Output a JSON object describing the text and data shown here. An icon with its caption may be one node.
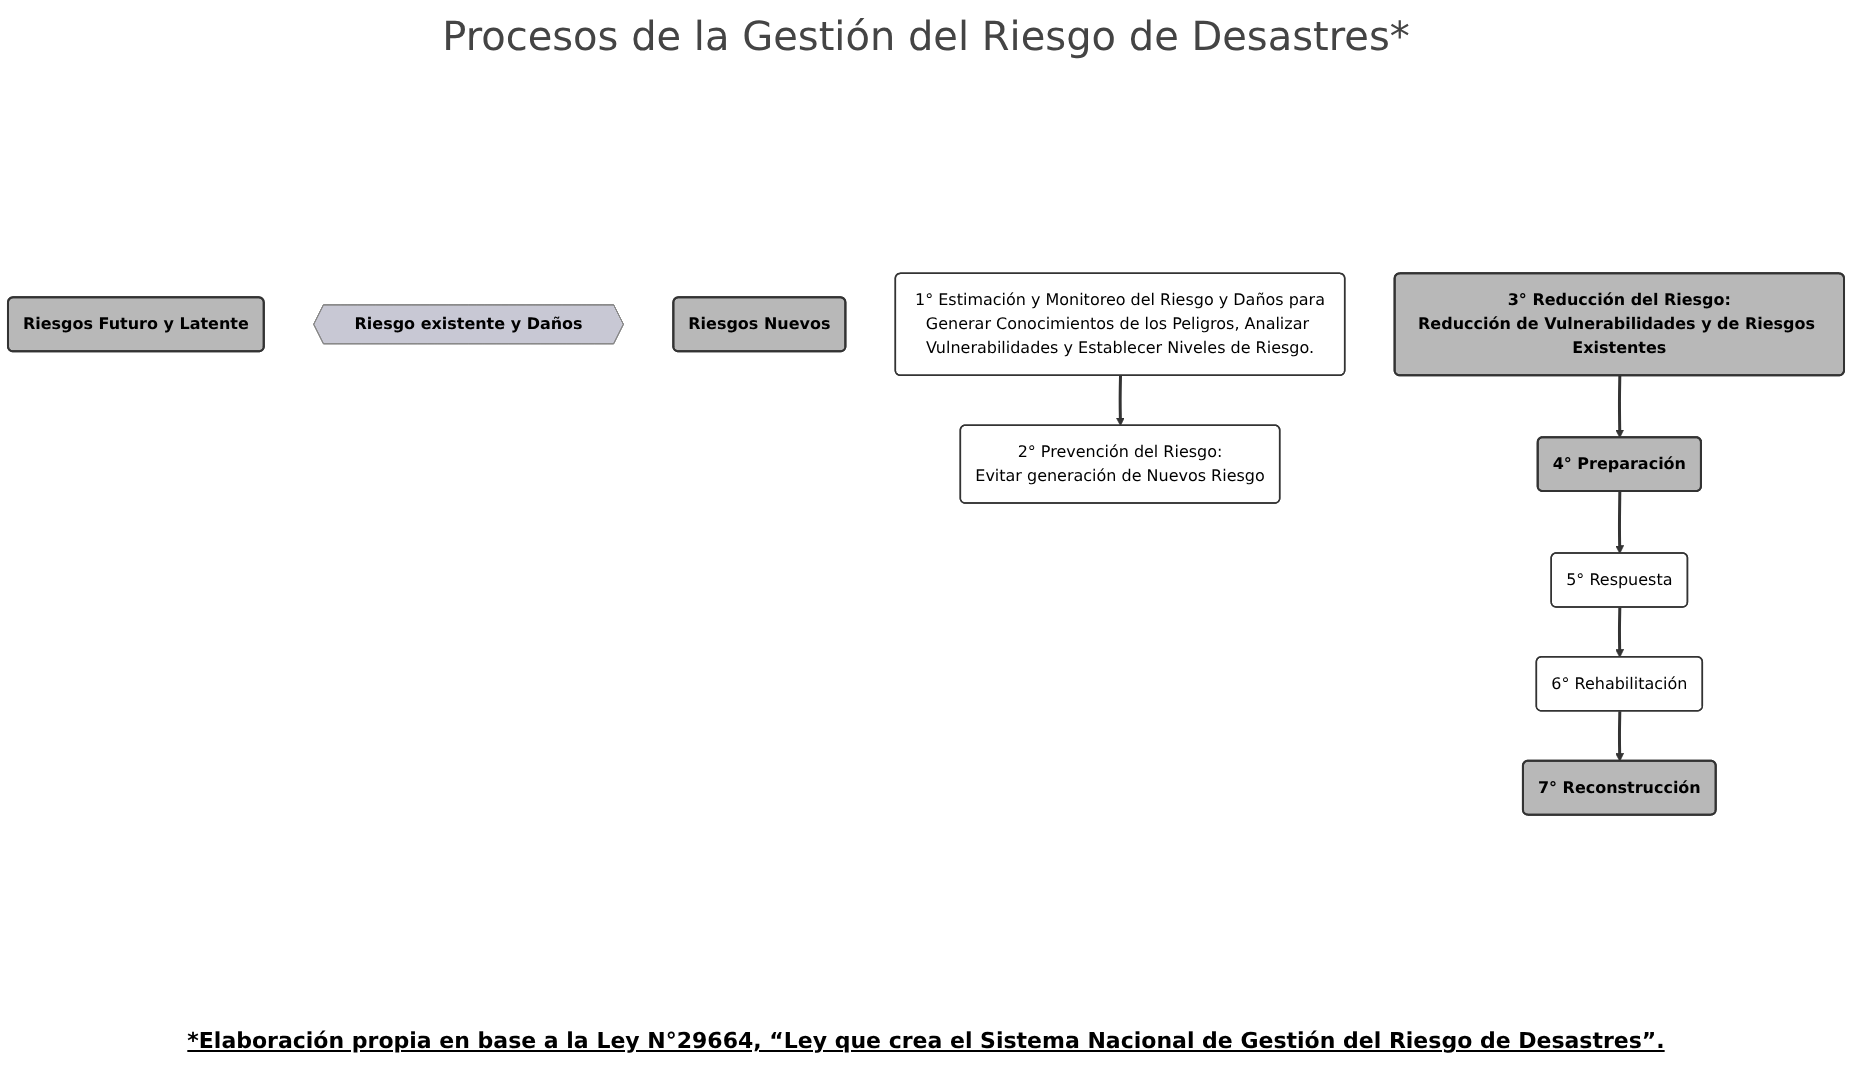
{
  "diagram": {
    "title": "Procesos de la Gestión del Riesgo de Desastres*",
    "caption": "*Elaboración propia en base a la Ley N°29664, “Ley que crea  el Sistema Nacional de Gestión del Riesgo de Desastres”.",
    "nodes": [
      {
        "text": [
          "Riesgos Futuro y Latente"
        ]
      },
      {
        "text": [
          "Riesgo existente y Daños"
        ]
      },
      {
        "text": [
          "Riesgos Nuevos"
        ]
      },
      {
        "text": [
          "1° Estimación y Monitoreo del Riesgo y Daños para",
          "Generar Conocimientos de los Peligros, Analizar Vulnerabilidades y Establecer Niveles de Riesgo."
        ]
      },
      {
        "text": [
          "2° Prevención del Riesgo:",
          "Evitar generación de Nuevos Riesgo"
        ]
      },
      {
        "text": [
          "3° Reducción del Riesgo:",
          "Reducción de Vulnerabilidades y de Riesgos Existentes"
        ]
      },
      {
        "text": [
          "4° Preparación"
        ]
      },
      {
        "text": [
          "5° Respuesta"
        ]
      },
      {
        "text": [
          "6° Rehabilitación"
        ]
      },
      {
        "text": [
          "7° Reconstrucción"
        ]
      }
    ],
    "edges": [
      {
        "from": 3,
        "to": 4,
        "arrow": "to"
      },
      {
        "from": 5,
        "to": 6,
        "arrow": "to"
      },
      {
        "from": 6,
        "to": 7,
        "arrow": "to"
      },
      {
        "from": 7,
        "to": 8,
        "arrow": "to"
      },
      {
        "from": 8,
        "to": 9,
        "arrow": "to"
      }
    ]
  }
}
